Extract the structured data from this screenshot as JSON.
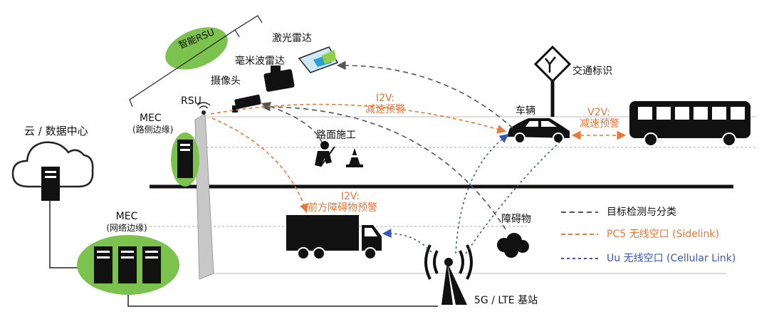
{
  "labels": {
    "cloud": "云 / 数据中心",
    "mec_net_title": "MEC",
    "mec_net_sub": "(网络边缘)",
    "mec_road_title": "MEC",
    "mec_road_sub": "(路侧边缘)",
    "rsu": "RSU",
    "smart_rsu": "智能RSU",
    "lidar": "激光雷达",
    "mmwave": "毫米波雷达",
    "camera": "摄像头",
    "construction": "路面施工",
    "traffic_sign": "交通标识",
    "vehicle": "车辆",
    "obstacle": "障碍物",
    "base_station": "5G / LTE 基站"
  },
  "messages": {
    "i2v_decel_1": "I2V:",
    "i2v_decel_2": "减速预警",
    "v2v_1": "V2V:",
    "v2v_2": "减速预警",
    "i2v_front_1": "I2V:",
    "i2v_front_2": "前方障碍物预警"
  },
  "legend": {
    "detection": "目标检测与分类",
    "pc5": "PC5 无线空口 (Sidelink)",
    "uu": "Uu 无线空口 (Cellular Link)"
  },
  "colors": {
    "detection": "#555555",
    "pc5": "#e8773a",
    "uu": "#3a55b5",
    "mec_green": "#7cc24e",
    "pole": "#c8c8c8"
  }
}
